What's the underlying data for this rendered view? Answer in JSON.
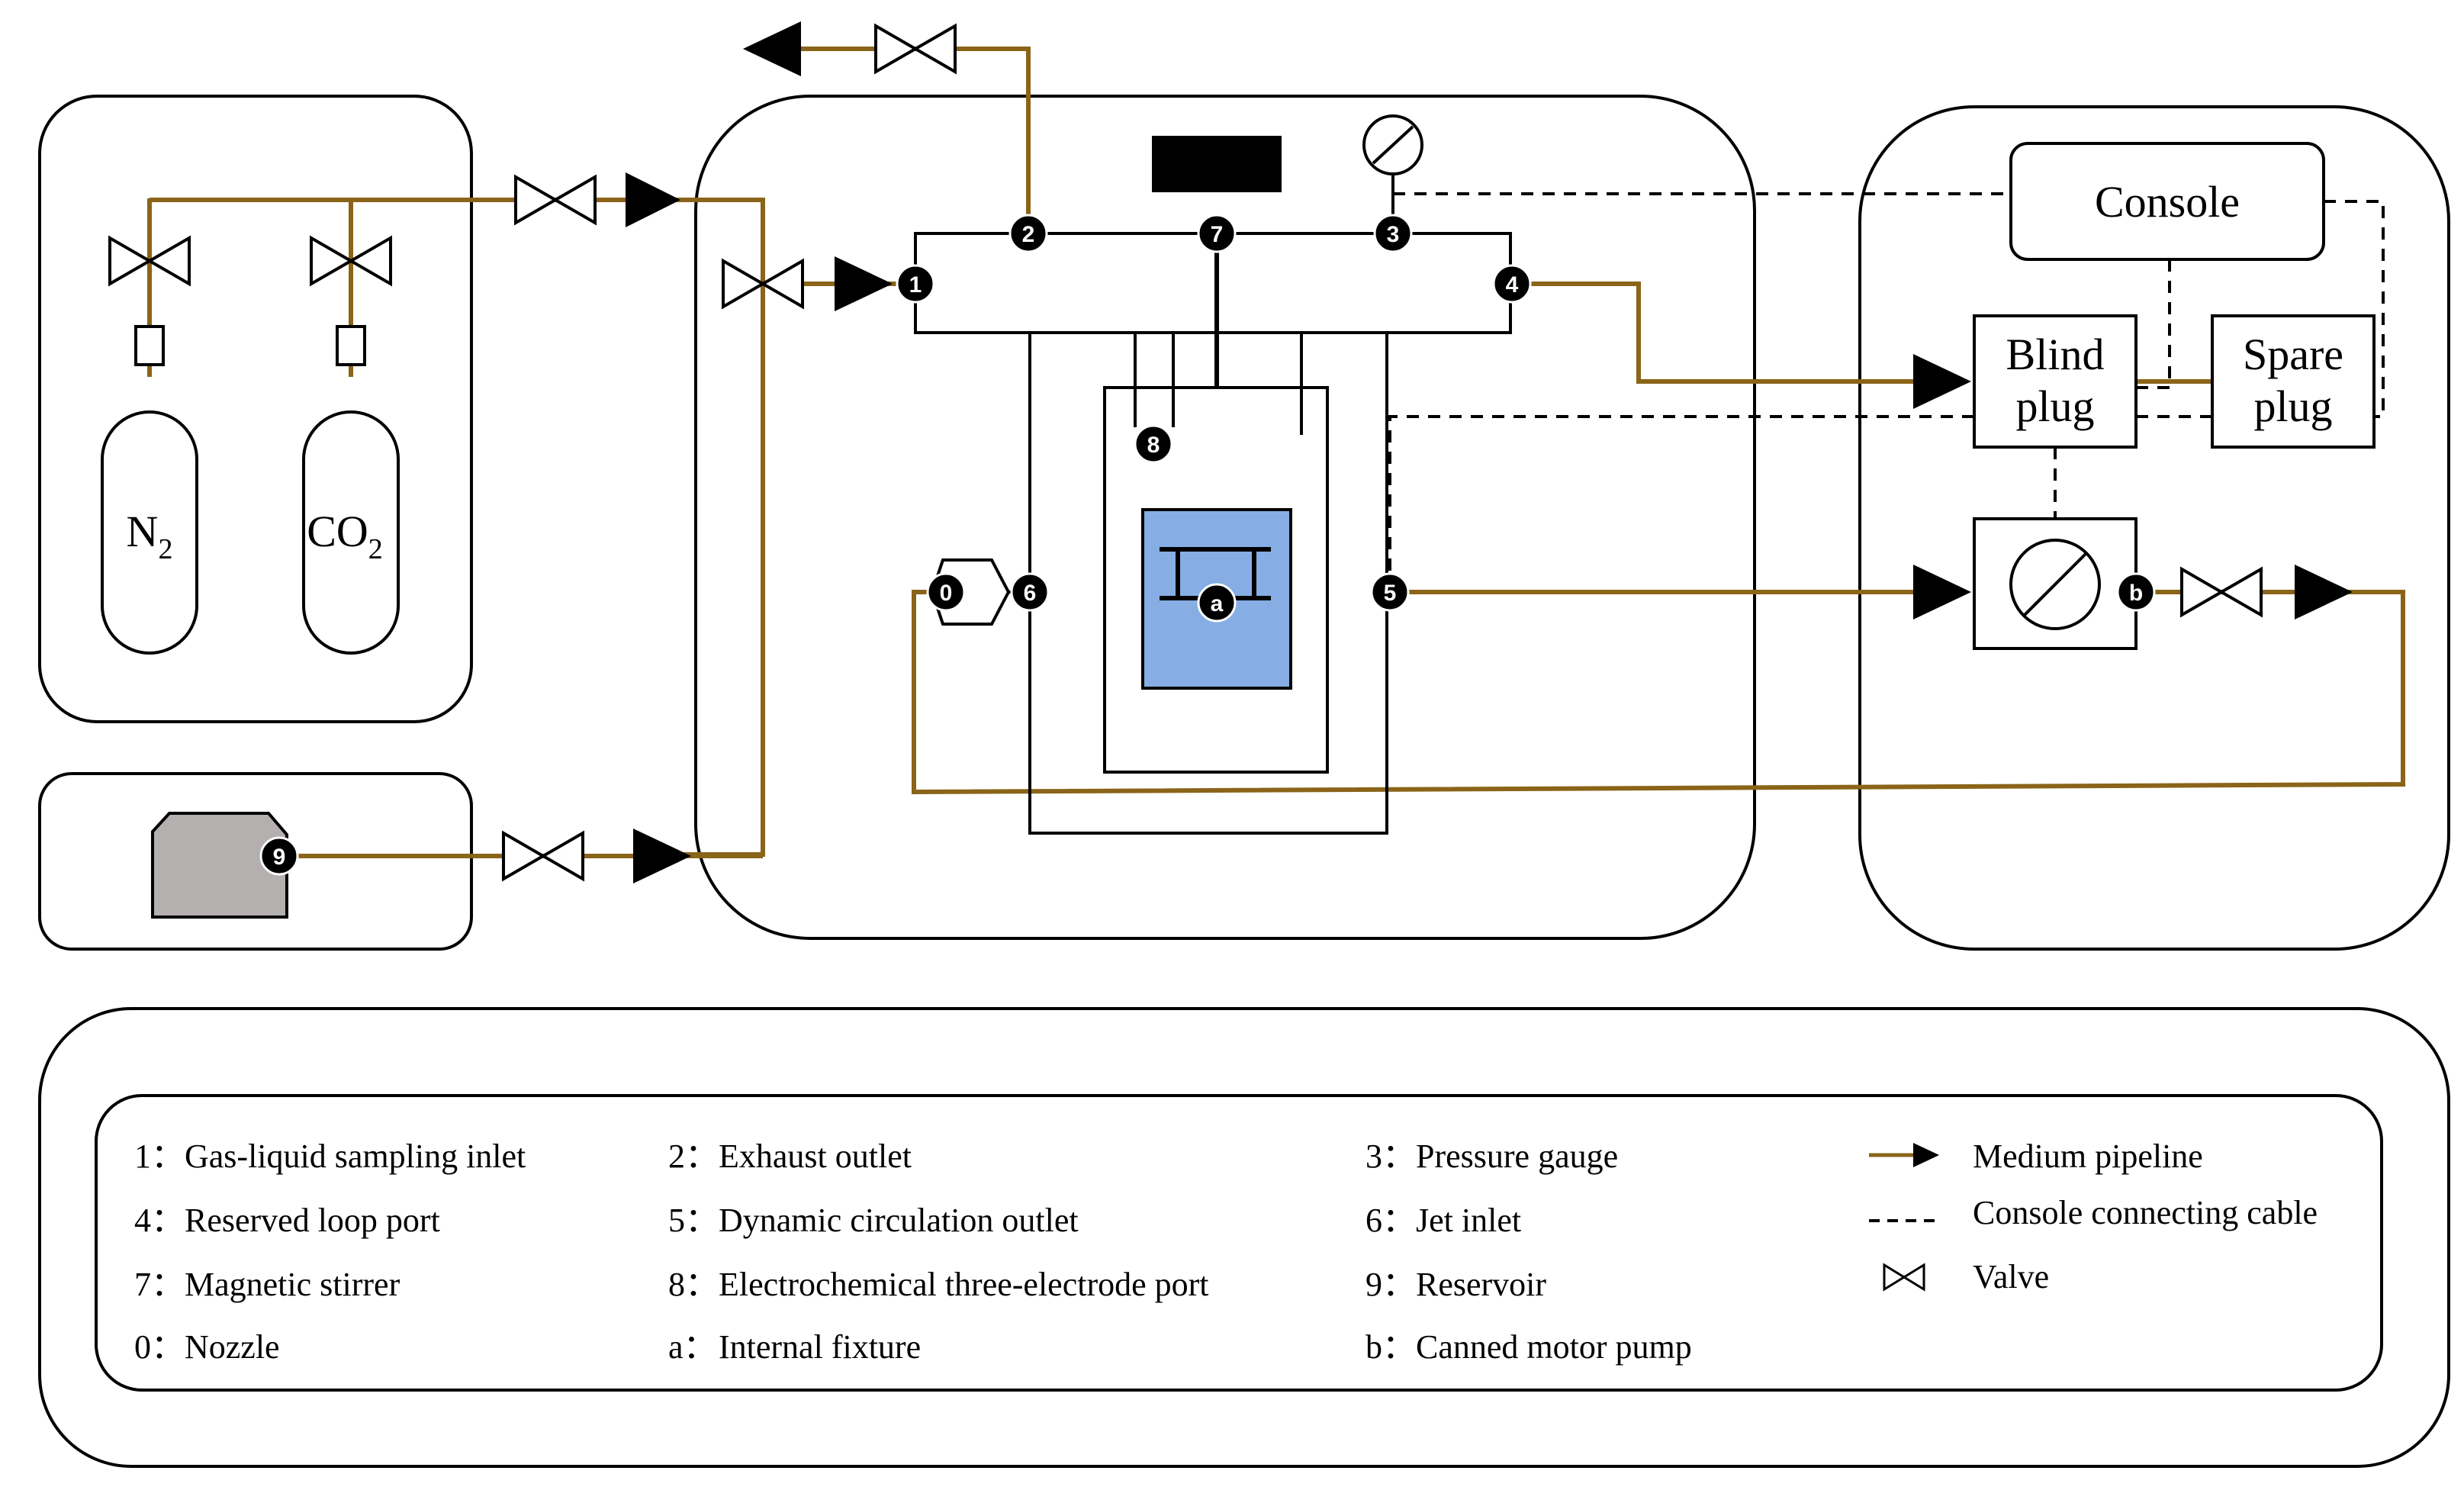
{
  "colors": {
    "pipeline": "#8a6419",
    "vessel_fill": "#86aee4",
    "reservoir_fill": "#b3b0af",
    "stirrer_fill": "#000000",
    "badge_fill": "#000000"
  },
  "gases": {
    "n2": "N2",
    "co2": "CO2",
    "n2_base": "N",
    "n2_sub": "2",
    "co2_base": "CO",
    "co2_sub": "2"
  },
  "console": {
    "label": "Console"
  },
  "blind_plug": {
    "line1": "Blind",
    "line2": "plug"
  },
  "spare_plug": {
    "line1": "Spare",
    "line2": "plug"
  },
  "ports": {
    "p1": "1",
    "p2": "2",
    "p3": "3",
    "p4": "4",
    "p5": "5",
    "p6": "6",
    "p7": "7",
    "p8": "8",
    "p9": "9",
    "p0": "0",
    "pa": "a",
    "pb": "b"
  },
  "legend": {
    "items": [
      {
        "key": "1：",
        "text": "Gas-liquid sampling inlet"
      },
      {
        "key": "2：",
        "text": "Exhaust outlet"
      },
      {
        "key": "3：",
        "text": "Pressure gauge"
      },
      {
        "key": "4：",
        "text": "Reserved loop port"
      },
      {
        "key": "5：",
        "text": "Dynamic circulation outlet"
      },
      {
        "key": "6：",
        "text": "Jet inlet"
      },
      {
        "key": "7：",
        "text": "Magnetic stirrer"
      },
      {
        "key": "8：",
        "text": "Electrochemical three-electrode port"
      },
      {
        "key": "9：",
        "text": "Reservoir"
      },
      {
        "key": "0：",
        "text": "Nozzle"
      },
      {
        "key": "a：",
        "text": "Internal fixture"
      },
      {
        "key": "b：",
        "text": "Canned motor pump"
      }
    ],
    "symbols": {
      "medium_pipeline": "Medium pipeline",
      "console_cable": "Console connecting cable",
      "valve": "Valve"
    }
  }
}
